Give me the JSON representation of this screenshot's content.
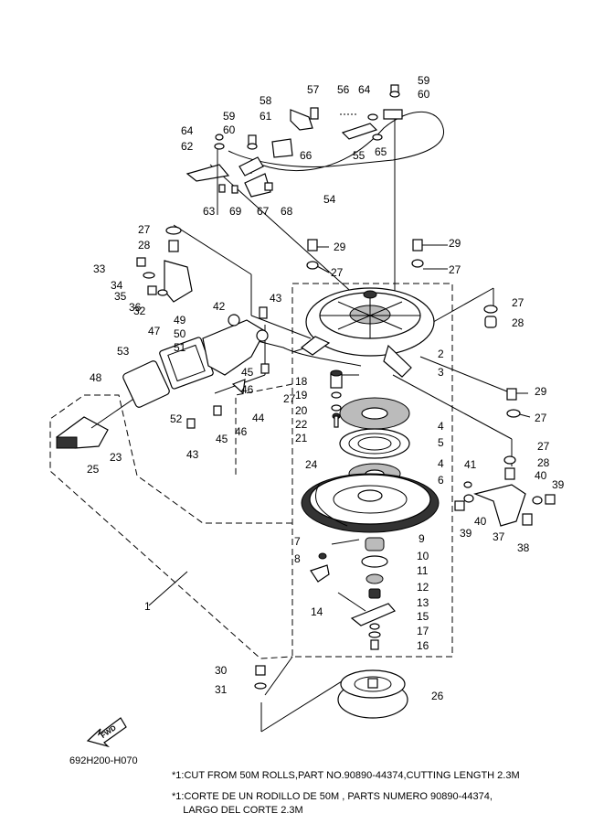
{
  "figure_code": "692H200-H070",
  "fwd_label": "FWD",
  "footnotes": [
    "*1:CUT FROM 50M ROLLS,PART NO.90890-44374,CUTTING LENGTH 2.3M",
    "*1:CORTE DE UN RODILLO DE 50M , PARTS NUMERO 90890-44374,\n    LARGO DEL CORTE 2.3M"
  ],
  "callouts": [
    "1",
    "2",
    "3",
    "4",
    "4",
    "5",
    "6",
    "7",
    "8",
    "9",
    "10",
    "11",
    "12",
    "13",
    "14",
    "15",
    "16",
    "17",
    "18",
    "19",
    "20",
    "21",
    "22",
    "23",
    "24",
    "25",
    "26",
    "27",
    "27",
    "27",
    "27",
    "27",
    "27",
    "27",
    "28",
    "28",
    "28",
    "29",
    "29",
    "29",
    "30",
    "31",
    "32",
    "33",
    "34",
    "35",
    "36",
    "37",
    "38",
    "39",
    "39",
    "40",
    "40",
    "41",
    "42",
    "43",
    "43",
    "44",
    "45",
    "45",
    "46",
    "46",
    "47",
    "48",
    "49",
    "50",
    "51",
    "52",
    "53",
    "54",
    "55",
    "56",
    "57",
    "58",
    "59",
    "59",
    "60",
    "60",
    "61",
    "62",
    "63",
    "64",
    "64",
    "65",
    "66",
    "67",
    "68",
    "69"
  ]
}
